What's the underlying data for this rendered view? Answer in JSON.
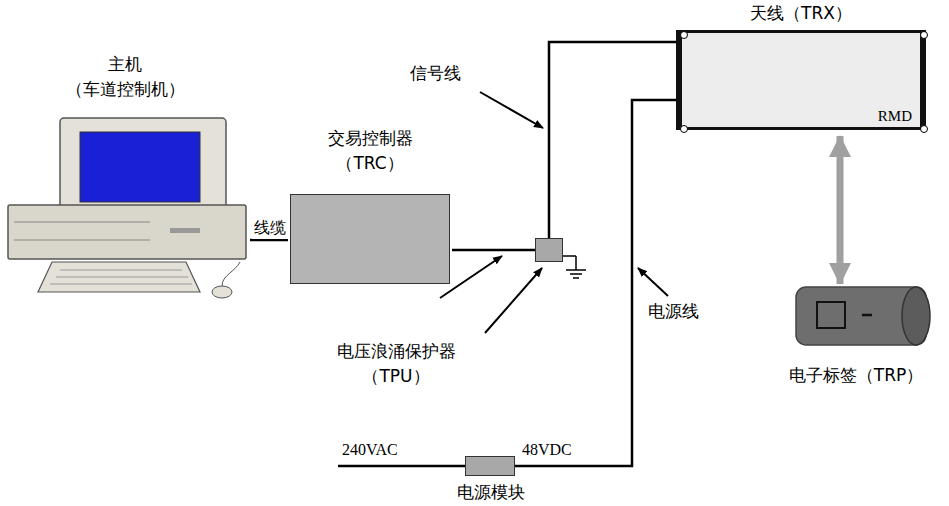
{
  "diagram": {
    "nodes": [
      {
        "text": [
          "主机 （车道控制机）"
        ]
      },
      {
        "text": [
          "交易控制器 （TRC）"
        ]
      },
      {
        "text": [
          "电压浪涌保护器 （TPU）"
        ]
      },
      {
        "text": [
          "天线（TRX）",
          "RMD"
        ]
      },
      {
        "text": [
          "电子标签（TRP）"
        ]
      },
      {
        "text": [
          "电源模块"
        ]
      }
    ],
    "edges": [
      {
        "from": 0,
        "to": 1,
        "arrow": "none",
        "label": "线缆"
      },
      {
        "from": 1,
        "to": 2,
        "arrow": "none"
      },
      {
        "from": 2,
        "to": 3,
        "arrow": "none"
      },
      {
        "from": 5,
        "to": 3,
        "arrow": "none"
      },
      {
        "from": 3,
        "to": 4,
        "arrow": "both"
      }
    ],
    "labels": [
      "信号线",
      "电源线",
      "240VAC",
      "48VDC"
    ]
  }
}
